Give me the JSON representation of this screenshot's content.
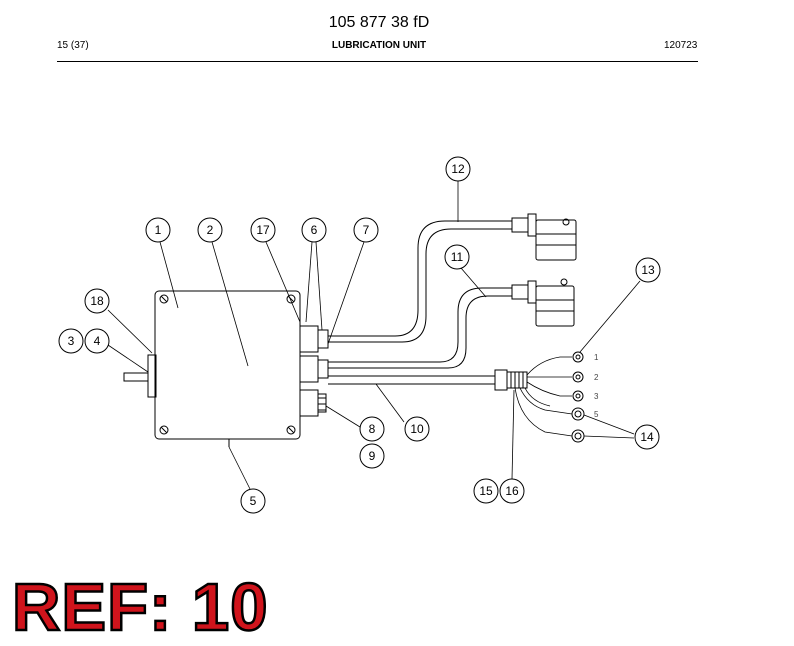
{
  "header": {
    "doc_number": "105 877 38 fD",
    "page_ref": "15 (37)",
    "section_title": "LUBRICATION UNIT",
    "date_code": "120723"
  },
  "callouts": [
    "1",
    "2",
    "17",
    "6",
    "7",
    "12",
    "11",
    "13",
    "18",
    "3",
    "4",
    "8",
    "10",
    "9",
    "14",
    "5",
    "15",
    "16"
  ],
  "terminal_labels": [
    "1",
    "2",
    "3",
    "5"
  ],
  "ref_label": "REF: 10"
}
